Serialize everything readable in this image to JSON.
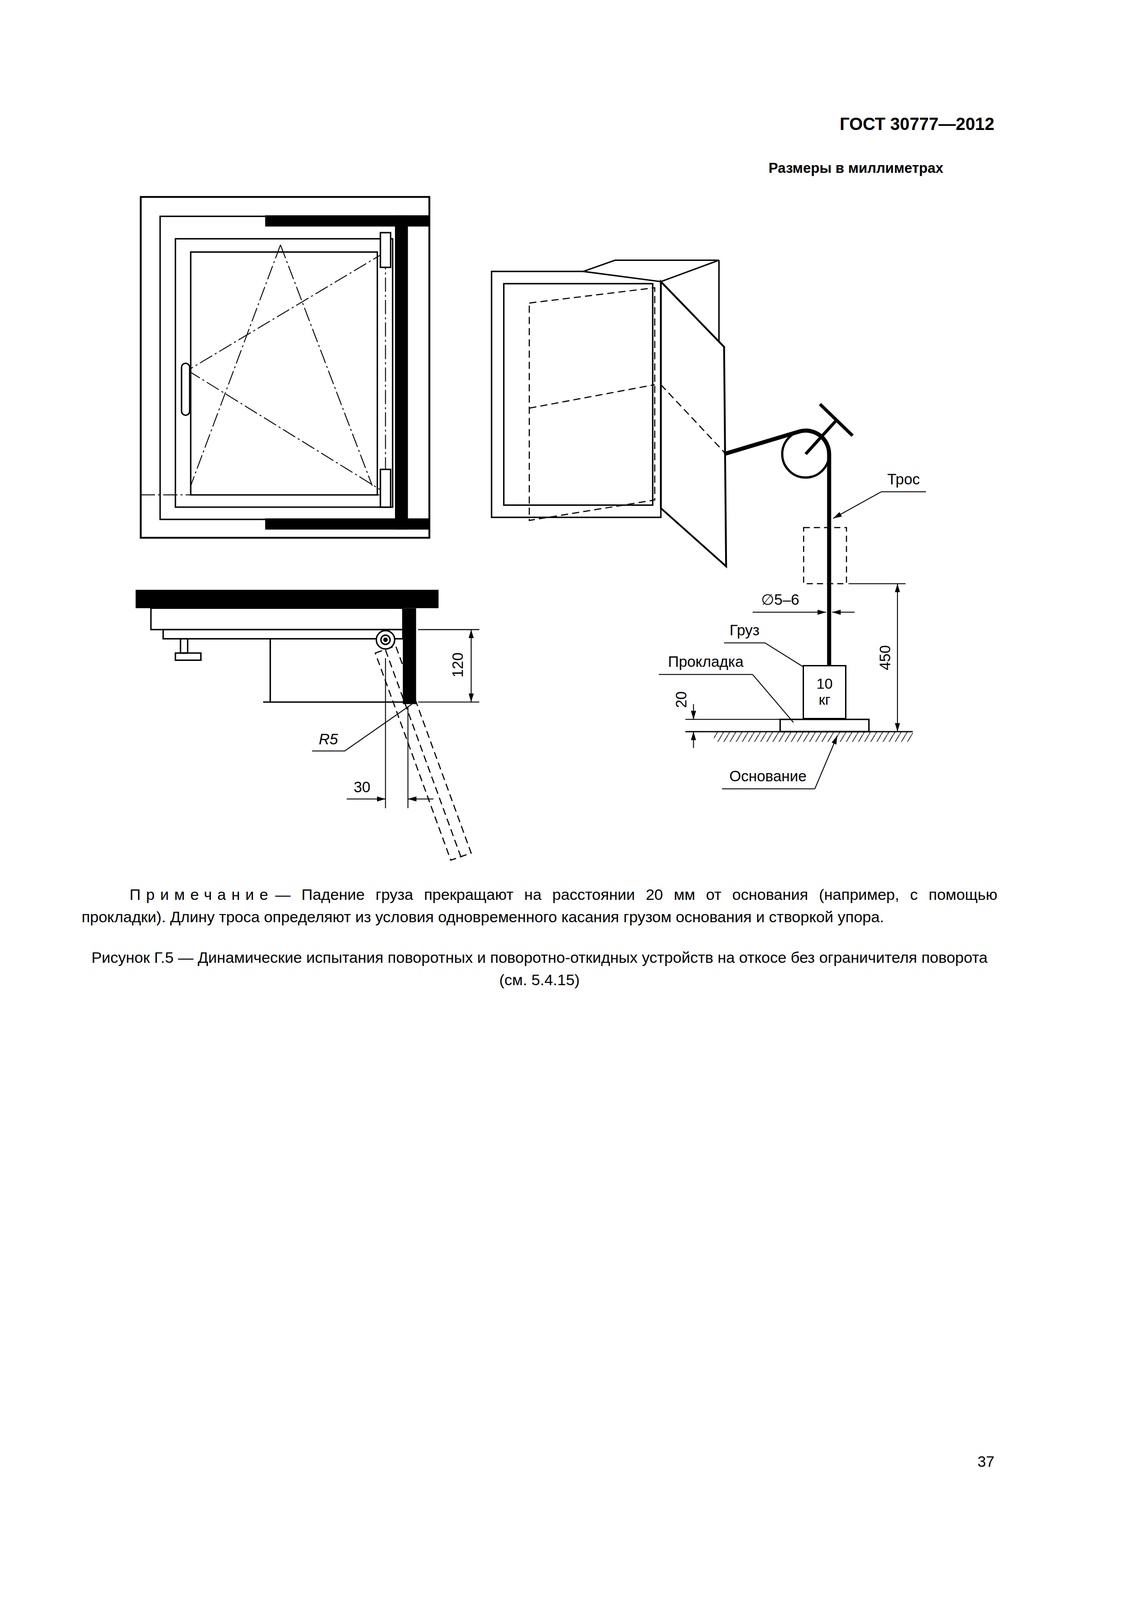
{
  "diagram": {
    "caption": "Рисунок Г.5 — Динамические испытания поворотных и поворотно-откидных устройств на откосе без ограничителя поворота (см. 5.4.15)",
    "nodes": [
      {
        "text": [
          "10 кг"
        ]
      }
    ],
    "labels": [
      "ГОСТ 30777—2012",
      "Размеры в миллиметрах",
      "120",
      "R5",
      "30",
      "Трос",
      "∅5–6",
      "Груз",
      "Прокладка",
      "20",
      "450",
      "Основание",
      "Примечание",
      "— Падение груза прекращают на расстоянии 20 мм от основания (например, с помощью прокладки). Длину троса определяют из условия одновременного касания грузом основания и створкой упора.",
      "37"
    ]
  }
}
